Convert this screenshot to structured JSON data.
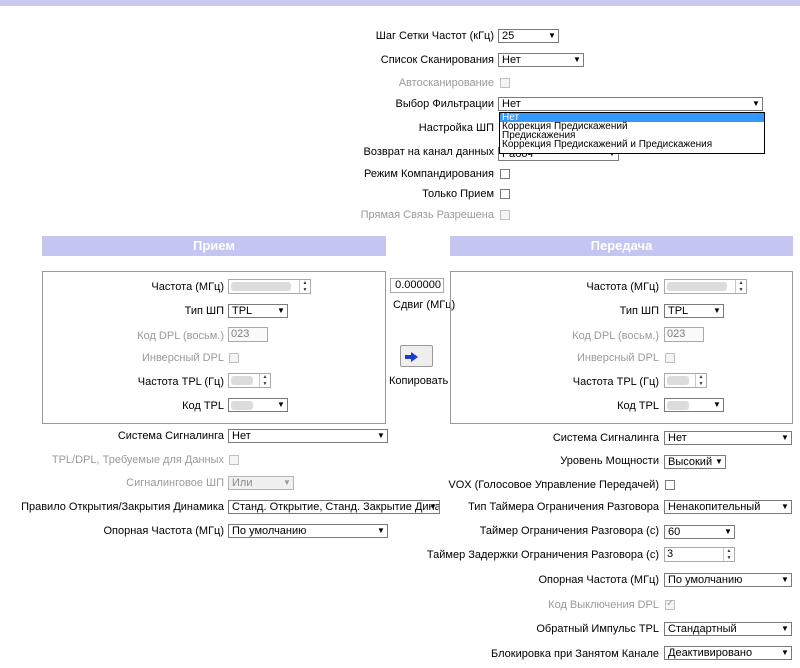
{
  "top": {
    "freq_step_label": "Шаг Сетки Частот (кГц)",
    "freq_step_value": "25",
    "scan_list_label": "Список Сканирования",
    "scan_list_value": "Нет",
    "autoscan_label": "Автосканирование",
    "filter_label": "Выбор Фильтрации",
    "filter_value": "Нет",
    "filter_options": [
      "Нет",
      "Коррекция Предискажений",
      "Предискажения",
      "Коррекция Предискажений и Предискажения"
    ],
    "sp_setup_label": "Настройка ШП",
    "return_label": "Возврат на канал данных",
    "return_value": "Рабоч",
    "companding_label": "Режим Компандирования",
    "rx_only_label": "Только Прием",
    "direct_link_label": "Прямая Связь Разрешена"
  },
  "rx": {
    "header": "Прием",
    "freq_label": "Частота (МГц)",
    "sp_type_label": "Тип ШП",
    "sp_type_value": "TPL",
    "dpl_code_label": "Код DPL (восьм.)",
    "dpl_code_value": "023",
    "dpl_inv_label": "Инверсный DPL",
    "tpl_freq_label": "Частота TPL (Гц)",
    "tpl_code_label": "Код TPL"
  },
  "tx": {
    "header": "Передача",
    "freq_label": "Частота (МГц)",
    "sp_type_label": "Тип ШП",
    "sp_type_value": "TPL",
    "dpl_code_label": "Код DPL (восьм.)",
    "dpl_code_value": "023",
    "dpl_inv_label": "Инверсный DPL",
    "tpl_freq_label": "Частота TPL (Гц)",
    "tpl_code_label": "Код TPL"
  },
  "middle": {
    "shift_value": "0.000000",
    "shift_label": "Сдвиг (МГц)",
    "copy_label": "Копировать"
  },
  "rx_bottom": {
    "signaling_label": "Система Сигналинга",
    "signaling_value": "Нет",
    "tpl_dpl_label": "TPL/DPL, Требуемые для Данных",
    "sig_sp_label": "Сигналинговое ШП",
    "sig_sp_value": "Или",
    "speaker_rule_label": "Правило Открытия/Закрытия Динамика",
    "speaker_rule_value": "Станд. Открытие, Станд. Закрытие Динамика",
    "ref_freq_label": "Опорная Частота (МГц)",
    "ref_freq_value": "По умолчанию"
  },
  "tx_bottom": {
    "signaling_label": "Система Сигналинга",
    "signaling_value": "Нет",
    "power_label": "Уровень Мощности",
    "power_value": "Высокий",
    "vox_label": "VOX (Голосовое Управление Передачей)",
    "tot_type_label": "Тип Таймера Ограничения Разговора",
    "tot_type_value": "Ненакопительный",
    "tot_label": "Таймер Ограничения Разговора (с)",
    "tot_value": "60",
    "tot_delay_label": "Таймер Задержки Ограничения Разговора (с)",
    "tot_delay_value": "3",
    "ref_freq_label": "Опорная Частота (МГц)",
    "ref_freq_value": "По умолчанию",
    "dpl_off_label": "Код Выключения DPL",
    "tpl_reverse_label": "Обратный Импульс TPL",
    "tpl_reverse_value": "Стандартный",
    "busy_lock_label": "Блокировка при Занятом Канале",
    "busy_lock_value": "Деактивировано"
  }
}
